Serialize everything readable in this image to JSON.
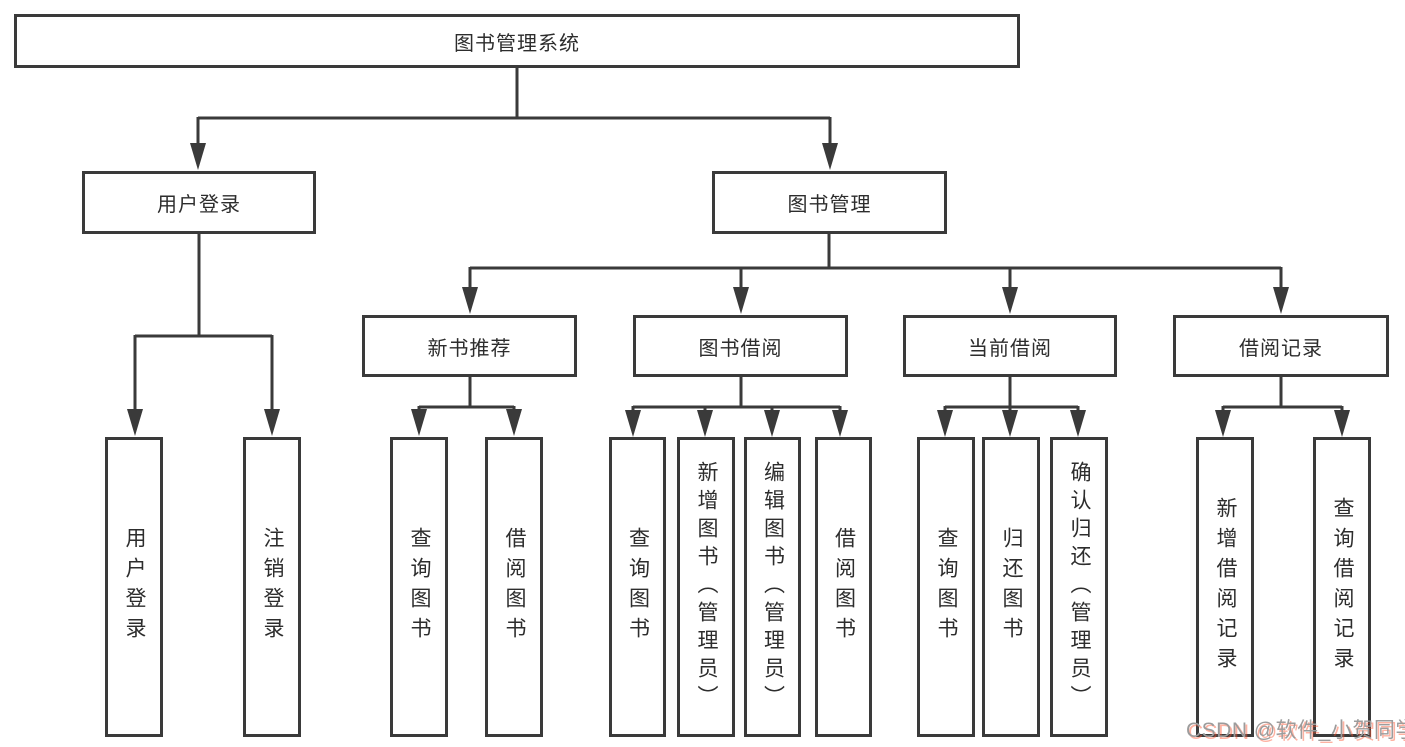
{
  "root": {
    "label": "图书管理系统"
  },
  "level1": [
    {
      "label": "用户登录"
    },
    {
      "label": "图书管理"
    }
  ],
  "level2": [
    {
      "label": "新书推荐"
    },
    {
      "label": "图书借阅"
    },
    {
      "label": "当前借阅"
    },
    {
      "label": "借阅记录"
    }
  ],
  "leaves": {
    "user_login": [
      "用户登录",
      "注销登录"
    ],
    "new_book": [
      "查询图书",
      "借阅图书"
    ],
    "book_borrow": [
      "查询图书",
      "新增图书（管理员）",
      "编辑图书（管理员）",
      "借阅图书"
    ],
    "current_borrow": [
      "查询图书",
      "归还图书",
      "确认归还（管理员）"
    ],
    "borrow_record": [
      "新增借阅记录",
      "查询借阅记录"
    ]
  },
  "watermark": "CSDN @软件_小贺同学",
  "colors": {
    "line": "#3a3a3a",
    "text": "#2d2d2d",
    "background": "#ffffff",
    "watermark_text": "#9c9c9c",
    "watermark_accent": "#fc5531"
  }
}
